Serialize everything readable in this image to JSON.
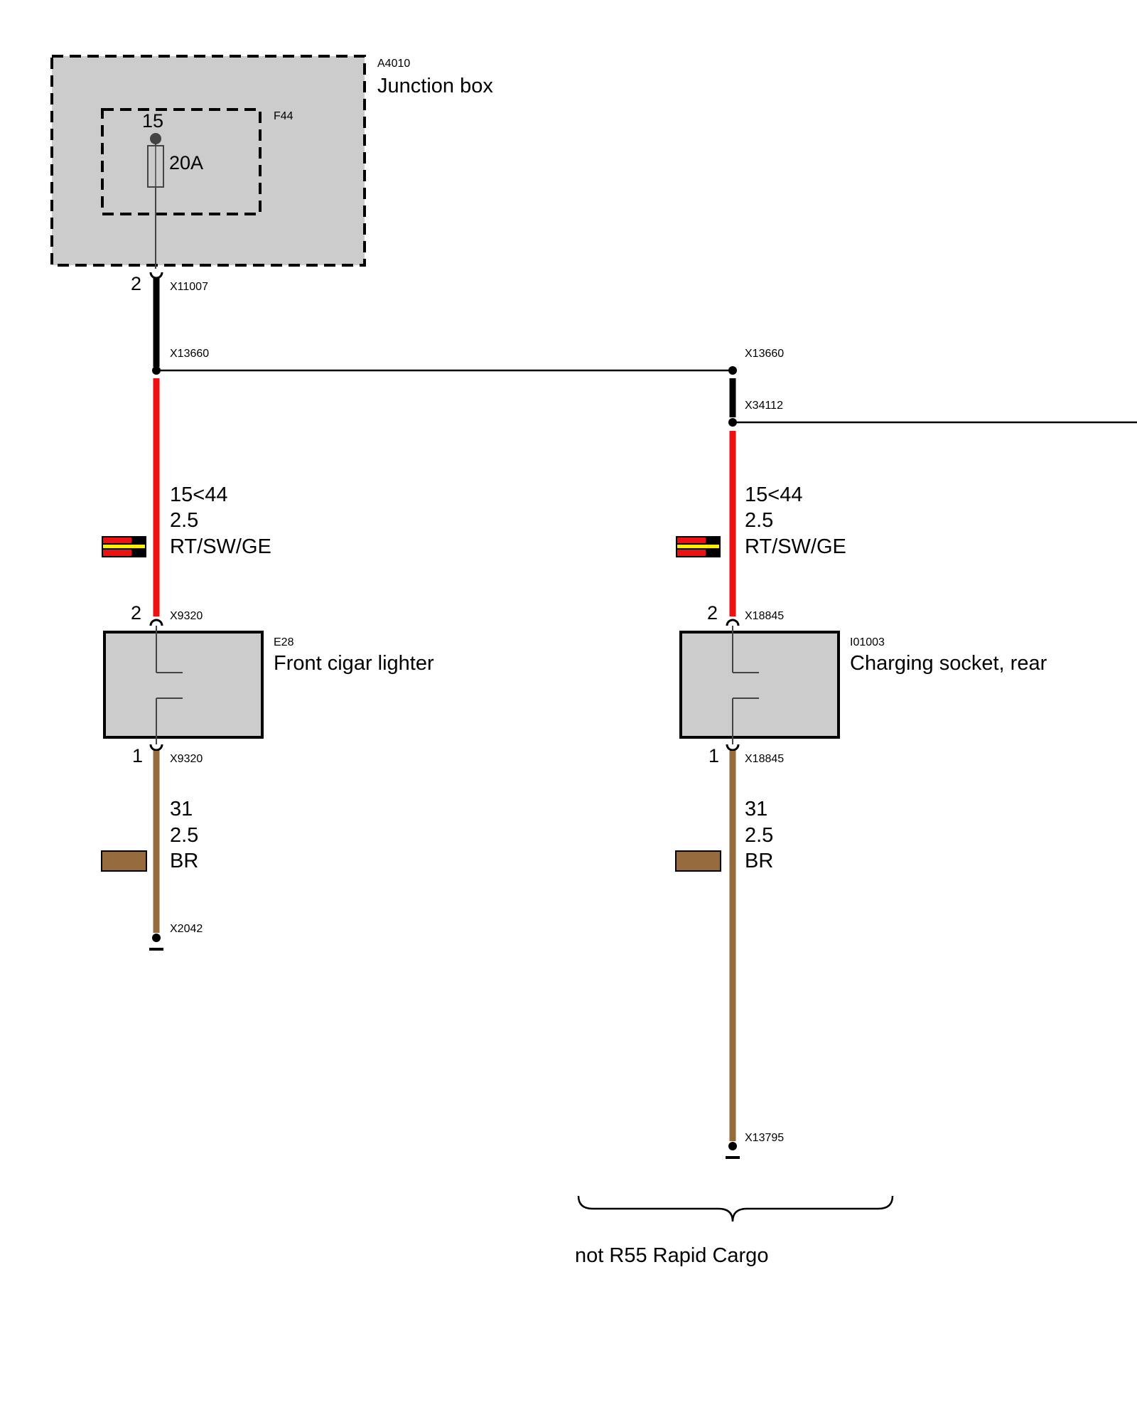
{
  "junction_box": {
    "id": "A4010",
    "name": "Junction box"
  },
  "fuse": {
    "id": "F44",
    "terminal": "15",
    "rating": "20A"
  },
  "connectors": {
    "x11007": "X11007",
    "x13660": "X13660",
    "x34112": "X34112",
    "x9320": "X9320",
    "x18845": "X18845",
    "x2042": "X2042",
    "x13795": "X13795"
  },
  "pins": {
    "pin_two": "2",
    "pin_one": "1"
  },
  "left_branch": {
    "supply_wire": {
      "signal": "15<44",
      "size": "2.5",
      "color_code": "RT/SW/GE"
    },
    "component": {
      "id": "E28",
      "name": "Front cigar lighter"
    },
    "ground_wire": {
      "signal": "31",
      "size": "2.5",
      "color_code": "BR"
    }
  },
  "right_branch": {
    "supply_wire": {
      "signal": "15<44",
      "size": "2.5",
      "color_code": "RT/SW/GE"
    },
    "component": {
      "id": "I01003",
      "name": "Charging socket, rear"
    },
    "ground_wire": {
      "signal": "31",
      "size": "2.5",
      "color_code": "BR"
    }
  },
  "variant_note": "not R55 Rapid Cargo",
  "colors": {
    "wire_red": "#ee1111",
    "wire_black": "#000000",
    "wire_brown": "#956a3c",
    "stripe_yellow": "#ffee00",
    "box_fill": "#cccccc"
  }
}
